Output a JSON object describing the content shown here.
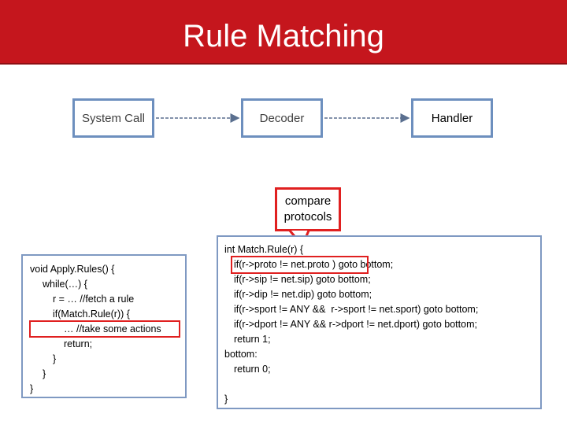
{
  "slide": {
    "title": "Rule Matching"
  },
  "flow": {
    "boxes": [
      "System Call",
      "Decoder",
      "Handler"
    ]
  },
  "callout": {
    "line1": "compare",
    "line2": "protocols"
  },
  "code_left": {
    "lines": [
      "void Apply.Rules() {",
      "while(…) {",
      "r = … //fetch a rule",
      "if(Match.Rule(r)) {",
      "… //take some actions",
      "return;",
      "}",
      "}",
      "}"
    ]
  },
  "code_right": {
    "line0_prefix": "int ",
    "line0_fn": "Match.Rule",
    "line0_suffix": "(r) {",
    "lines": [
      "if(r->proto != net.proto ) goto bottom;",
      "if(r->sip != net.sip) goto bottom;",
      "if(r->dip != net.dip) goto bottom;",
      "if(r->sport != ANY &&  r->sport != net.sport) goto bottom;",
      "if(r->dport != ANY && r->dport != net.dport) goto bottom;",
      "return 1;",
      "bottom:",
      "return 0;",
      "",
      "}"
    ]
  },
  "colors": {
    "title_bar": "#c5161d",
    "box_border": "#6d8fbe",
    "highlight": "#e02020"
  }
}
